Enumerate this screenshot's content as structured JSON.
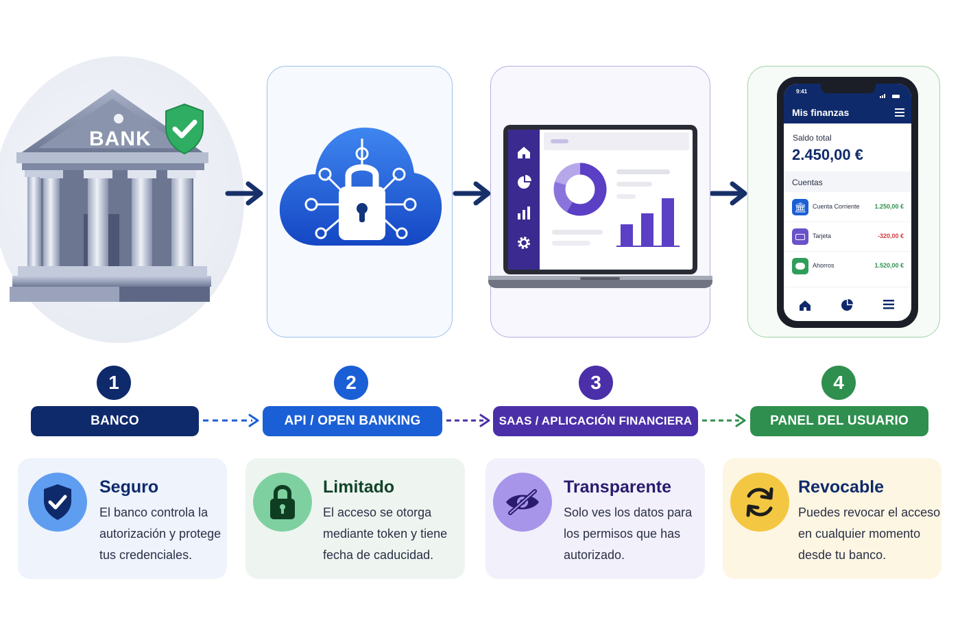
{
  "colors": {
    "bank": "#0f2a6b",
    "api": "#1b5fd6",
    "saas": "#4b2fa8",
    "user": "#2f8f4e"
  },
  "stage1": {
    "building_text": "BANK",
    "icons": [
      "bank-building-icon",
      "shield-check-icon"
    ]
  },
  "stage2": {
    "icons": [
      "cloud-icon",
      "padlock-icon"
    ]
  },
  "stage3": {
    "icons": [
      "laptop-icon",
      "home-icon",
      "pie-chart-icon",
      "bar-chart-icon",
      "gear-icon",
      "donut-chart-icon"
    ]
  },
  "phone": {
    "time": "9:41",
    "title": "Mis finanzas",
    "balance_label": "Saldo total",
    "balance_value": "2.450,00 €",
    "accounts_label": "Cuentas",
    "accounts": [
      {
        "name": "Cuenta Corriente",
        "amount": "1.250,00 €",
        "icon": "bank-icon",
        "color": "#1b5fd6",
        "amount_color": "#2f8f4e"
      },
      {
        "name": "Tarjeta",
        "amount": "-320,00 €",
        "icon": "card-icon",
        "color": "#6a52c8",
        "amount_color": "#d23a3a"
      },
      {
        "name": "Ahorros",
        "amount": "1.520,00 €",
        "icon": "piggy-bank-icon",
        "color": "#2f9e5a",
        "amount_color": "#2f8f4e"
      }
    ],
    "nav_icons": [
      "home-icon",
      "pie-chart-icon",
      "menu-icon"
    ]
  },
  "steps": [
    {
      "number": "1",
      "label": "BANCO"
    },
    {
      "number": "2",
      "label": "API / OPEN BANKING"
    },
    {
      "number": "3",
      "label": "SAAS / APLICACIÓN FINANCIERA"
    },
    {
      "number": "4",
      "label": "PANEL DEL USUARIO"
    }
  ],
  "cards": [
    {
      "title": "Seguro",
      "text": [
        "El banco controla la",
        "autorización y protege",
        "tus credenciales."
      ],
      "icon": "shield-check-icon"
    },
    {
      "title": "Limitado",
      "text": [
        "El acceso se otorga",
        "mediante token y tiene",
        "fecha de caducidad."
      ],
      "icon": "lock-icon"
    },
    {
      "title": "Transparente",
      "text": [
        "Solo ves los datos para",
        "los permisos que has",
        "autorizado."
      ],
      "icon": "eye-slash-icon"
    },
    {
      "title": "Revocable",
      "text": [
        "Puedes revocar el acceso",
        "en cualquier momento",
        "desde tu banco."
      ],
      "icon": "refresh-icon"
    }
  ]
}
